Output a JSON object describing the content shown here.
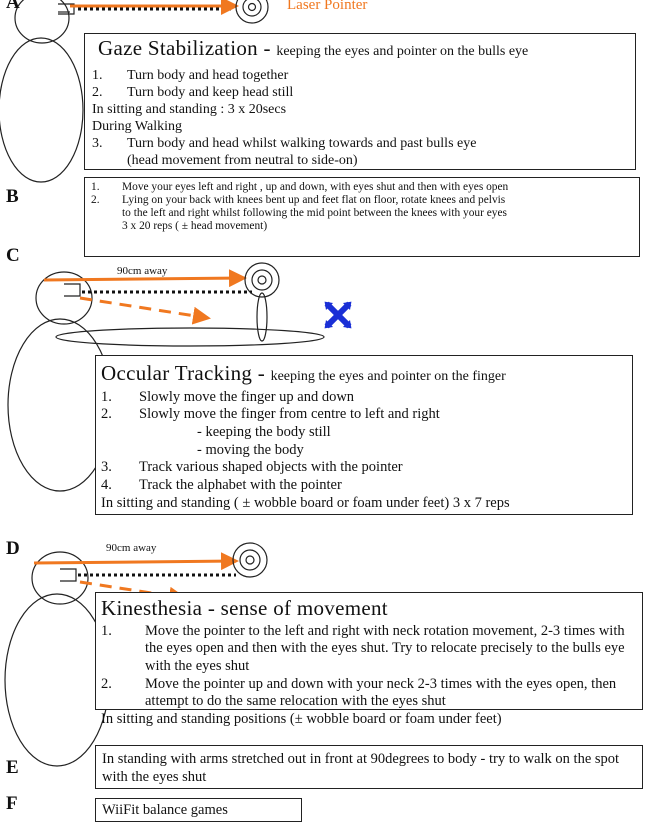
{
  "header": {
    "laser_label": "Laser Pointer"
  },
  "sections": {
    "A": {
      "letter": "A",
      "title_main": "Gaze Stabilization - ",
      "title_sub": "keeping the eyes and pointer on the bulls eye",
      "items": [
        {
          "n": "1.",
          "text": "Turn body and head together"
        },
        {
          "n": "2.",
          "text": "Turn body and keep head still"
        }
      ],
      "line_sitting": "In sitting and standing : 3 x 20secs",
      "line_walking": "During Walking",
      "item3": {
        "n": "3.",
        "text": "Turn body and head whilst walking towards and past bulls eye"
      },
      "item3_note": "(head movement from neutral to side-on)"
    },
    "B": {
      "letter": "B",
      "items": [
        {
          "n": "1.",
          "text": "Move your eyes left and right , up and down, with eyes shut and then with eyes open"
        },
        {
          "n": "2.",
          "text": "Lying on your back with knees bent up and feet flat on floor, rotate knees and pelvis"
        }
      ],
      "cont1": "to the left and right whilst following the mid point between the knees with your eyes",
      "cont2": "3 x 20 reps ( ± head movement)"
    },
    "C": {
      "letter": "C",
      "distance": "90cm away",
      "title_main": "Occular Tracking - ",
      "title_sub": "keeping the eyes and pointer on the finger",
      "items": [
        {
          "n": "1.",
          "text": "Slowly move the finger up and down"
        },
        {
          "n": "2.",
          "text": "Slowly move the finger from centre to left and right"
        }
      ],
      "sub_items": [
        "- keeping the body still",
        "- moving the body"
      ],
      "items_after": [
        {
          "n": "3.",
          "text": "Track various shaped objects with the pointer"
        },
        {
          "n": "4.",
          "text": "Track the alphabet with the pointer"
        }
      ],
      "footer": "In sitting and standing ( ± wobble board or foam under feet) 3 x 7 reps"
    },
    "D": {
      "letter": "D",
      "distance": "90cm away",
      "title": "Kinesthesia - sense of movement",
      "items": [
        {
          "n": "1.",
          "text": "Move the pointer to the left and right with neck rotation movement, 2-3 times with the eyes open and then with the eyes shut. Try to relocate precisely to the bulls eye with the eyes shut"
        },
        {
          "n": "2.",
          "text": "Move the pointer up and down with your neck 2-3 times with the eyes open, then attempt to do the same relocation with the eyes shut"
        }
      ],
      "footer": "In sitting and standing positions (± wobble board or foam under feet)"
    },
    "E": {
      "letter": "E",
      "text": "In standing with arms stretched out in front at 90degrees to body - try to walk on the spot with the eyes shut"
    },
    "F": {
      "letter": "F",
      "text": "WiiFit balance games"
    }
  },
  "colors": {
    "laser_orange": "#f07820",
    "cross_blue": "#1a2fd6",
    "ink": "#111111"
  }
}
